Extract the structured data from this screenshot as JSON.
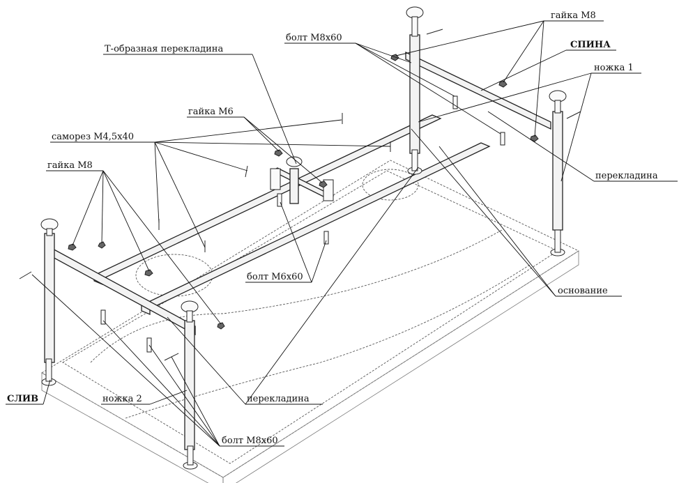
{
  "labels": {
    "t_crossbar": "Т-образная перекладина",
    "bolt_m8x60_top": "болт М8x60",
    "nut_m8_top": "гайка М8",
    "back": "СПИНА",
    "leg_1": "ножка 1",
    "nut_m6": "гайка М6",
    "screw": "саморез М4,5x40",
    "nut_m8_left": "гайка М8",
    "crossbar_right": "перекладина",
    "bolt_m6x60": "болт М6x60",
    "base": "основание",
    "drain": "СЛИВ",
    "leg_2": "ножка 2",
    "crossbar_bottom": "перекладина",
    "bolt_m8x60_bottom": "болт М8x60"
  },
  "colors": {
    "line": "#111111",
    "frame_fill": "#f3f3f3",
    "nut_fill": "#666666"
  }
}
